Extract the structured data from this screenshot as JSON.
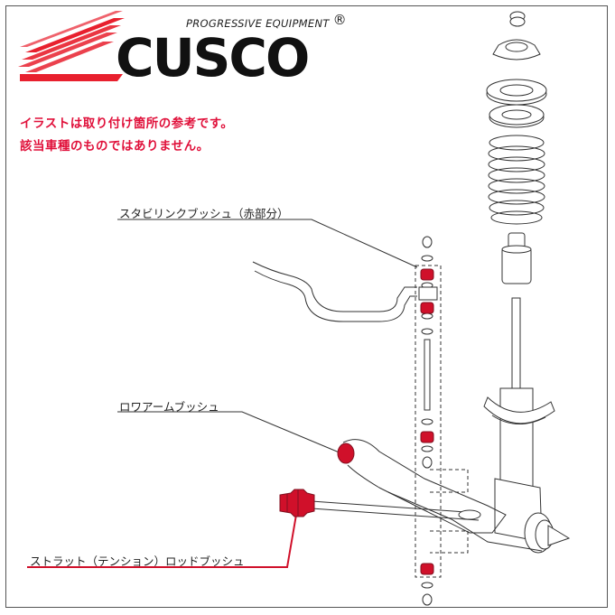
{
  "brand": {
    "logo_text": "CUSCO",
    "tagline": "PROGRESSIVE EQUIPMENT",
    "registered_mark": "®",
    "logo_color": "#e8202e"
  },
  "notes": {
    "line1": "イラストは取り付け箇所の参考です。",
    "line2": "該当車種のものではありません。",
    "color": "#e0103a"
  },
  "labels": {
    "stabilizer_link_bush": "スタビリンクブッシュ（赤部分）",
    "lower_arm_bush": "ロワアームブッシュ",
    "strut_rod_bush": "ストラット（テンション）ロッドブッシュ"
  },
  "highlight_color": "#d0102a"
}
